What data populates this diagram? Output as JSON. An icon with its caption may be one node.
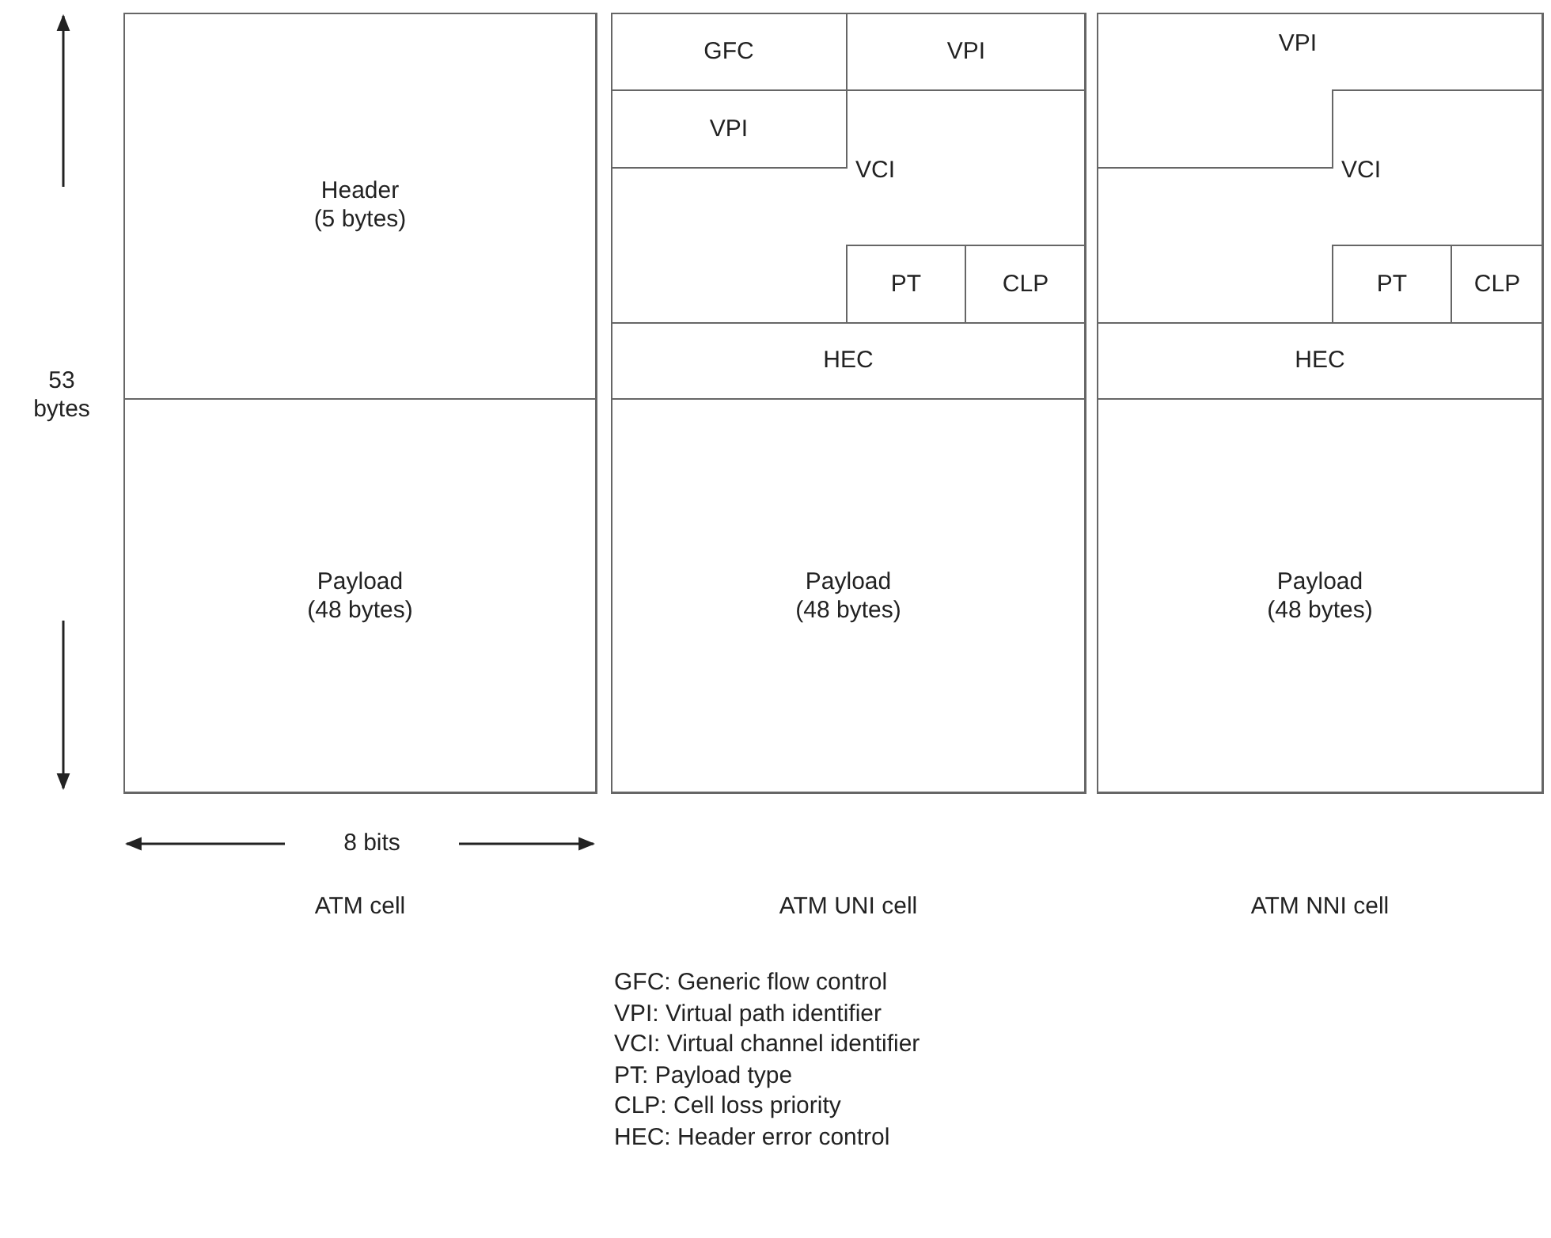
{
  "diagram": {
    "nodes": [
      {
        "text": [
          "ATM cell"
        ]
      },
      {
        "text": [
          "Header (5 bytes)"
        ],
        "in": 0
      },
      {
        "text": [
          "Payload (48 bytes)"
        ],
        "in": 0
      },
      {
        "text": [
          "ATM UNI cell"
        ]
      },
      {
        "text": [
          "GFC"
        ],
        "in": 3
      },
      {
        "text": [
          "VPI"
        ],
        "in": 3
      },
      {
        "text": [
          "VPI"
        ],
        "in": 3
      },
      {
        "text": [
          "VCI"
        ],
        "in": 3
      },
      {
        "text": [
          "PT"
        ],
        "in": 3
      },
      {
        "text": [
          "CLP"
        ],
        "in": 3
      },
      {
        "text": [
          "HEC"
        ],
        "in": 3
      },
      {
        "text": [
          "Payload (48 bytes)"
        ],
        "in": 3
      },
      {
        "text": [
          "ATM NNI cell"
        ]
      },
      {
        "text": [
          "VPI"
        ],
        "in": 12
      },
      {
        "text": [
          "VCI"
        ],
        "in": 12
      },
      {
        "text": [
          "PT"
        ],
        "in": 12
      },
      {
        "text": [
          "CLP"
        ],
        "in": 12
      },
      {
        "text": [
          "HEC"
        ],
        "in": 12
      },
      {
        "text": [
          "Payload (48 bytes)"
        ],
        "in": 12
      }
    ],
    "edges": [],
    "labels": [
      "53 bytes",
      "8 bits",
      "GFC: Generic flow control",
      "VPI: Virtual path identifier",
      "VCI: Virtual channel identifier",
      "PT: Payload type",
      "CLP: Cell loss priority",
      "HEC: Header error control"
    ]
  }
}
